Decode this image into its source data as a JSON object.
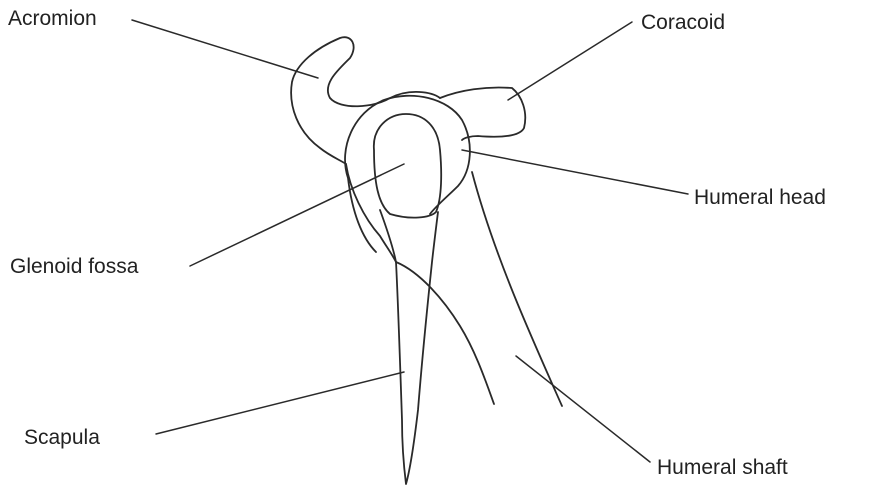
{
  "labels": {
    "acromion": "Acromion",
    "coracoid": "Coracoid",
    "humeral_head": "Humeral head",
    "glenoid_fossa": "Glenoid fossa",
    "scapula": "Scapula",
    "humeral_shaft": "Humeral shaft"
  },
  "colors": {
    "line": "#2a2a2a",
    "text": "#222222",
    "background": "#ffffff"
  }
}
